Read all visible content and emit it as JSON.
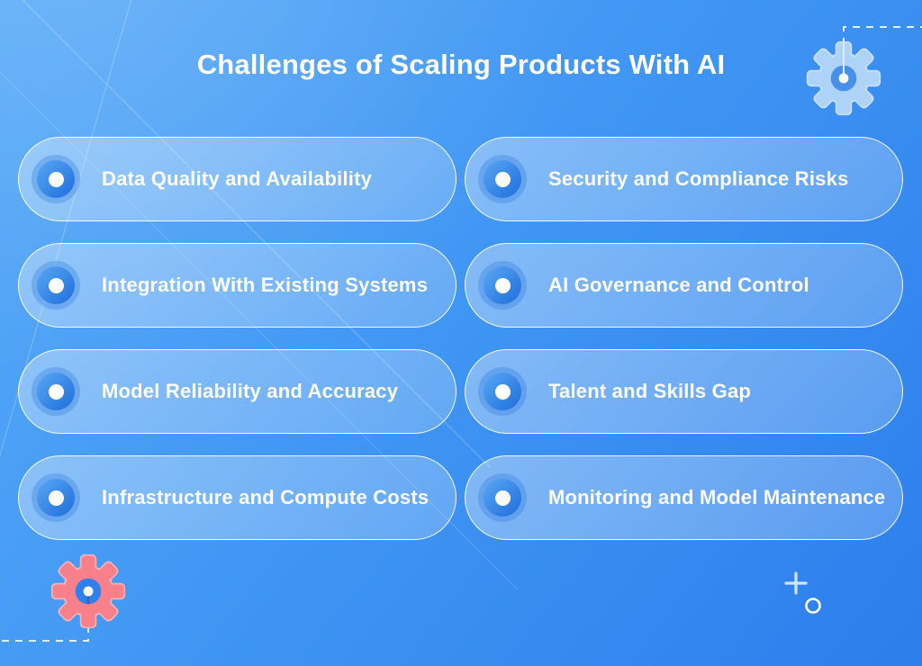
{
  "title": "Challenges of Scaling Products With AI",
  "columns": [
    {
      "side": "left",
      "items": [
        {
          "label": "Data Quality and Availability"
        },
        {
          "label": "Integration With Existing Systems"
        },
        {
          "label": "Model Reliability and Accuracy"
        },
        {
          "label": "Infrastructure and Compute Costs"
        }
      ]
    },
    {
      "side": "right",
      "items": [
        {
          "label": "Security and Compliance Risks"
        },
        {
          "label": "AI Governance and Control"
        },
        {
          "label": "Talent and Skills Gap"
        },
        {
          "label": "Monitoring and Model Maintenance"
        }
      ]
    }
  ],
  "icons": {
    "bullet": "dot-circle-icon",
    "top_right": "gear-icon",
    "bottom_left": "gear-icon",
    "bottom_right": [
      "plus-icon",
      "ring-icon"
    ],
    "connectors": "dashed-corner-lines"
  },
  "colors": {
    "background_top_left": "#58aaf8",
    "background_bottom_right": "#2c7eec",
    "pill_fill": "rgba(255,255,255,0.28)",
    "pill_border": "rgba(255,255,255,0.9)",
    "text": "#ffffff",
    "bullet_gradient_light": "#58a7f5",
    "bullet_gradient_dark": "#1e6edb",
    "gear_top_right_body": "#aed3f8",
    "gear_top_right_hub": "#4690e8",
    "gear_bottom_left_body": "#f8808a",
    "gear_bottom_left_outline": "#fab0b6"
  }
}
